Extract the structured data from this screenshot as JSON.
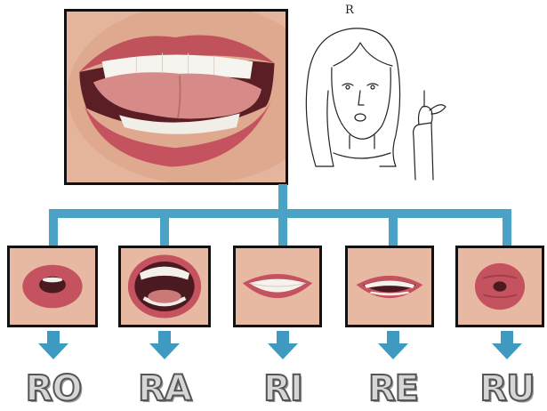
{
  "sketch": {
    "caption": "R"
  },
  "syllables": [
    "RO",
    "RA",
    "RI",
    "RE",
    "RU"
  ],
  "icons": {
    "main_photo": "tongue-out-mouth-icon",
    "sketch": "woman-finger-gesture-icon"
  },
  "colors": {
    "connector": "#4aa3c4",
    "arrow": "#3e9ac0",
    "label_fill": "#d6d6d6",
    "label_outline": "#555555",
    "lip": "#c4525f",
    "skin": "#e8b9a2"
  }
}
